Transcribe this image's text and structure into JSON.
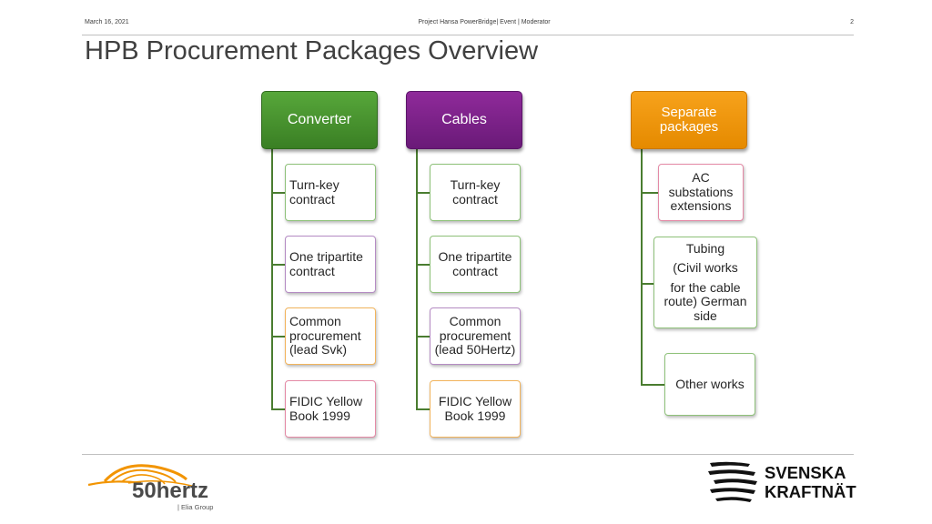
{
  "header": {
    "date": "March 16, 2021",
    "center": "Project Hansa PowerBridge| Event | Moderator",
    "page": "2"
  },
  "title": "HPB Procurement  Packages Overview",
  "columns": {
    "converter": {
      "label": "Converter",
      "items": [
        {
          "text": "Turn-key contract"
        },
        {
          "text": "One tripartite contract"
        },
        {
          "text": "Common procurement (lead Svk)"
        },
        {
          "text": "FIDIC Yellow Book 1999"
        }
      ]
    },
    "cables": {
      "label": "Cables",
      "items": [
        {
          "text": "Turn-key contract"
        },
        {
          "text": "One tripartite contract"
        },
        {
          "text": "Common procurement (lead 50Hertz)"
        },
        {
          "text": "FIDIC Yellow Book 1999"
        }
      ]
    },
    "separate": {
      "label": "Separate packages",
      "items": [
        {
          "text": "AC substations extensions"
        },
        {
          "lines": [
            "Tubing",
            "(Civil works",
            "for the cable route) German side"
          ]
        },
        {
          "text": "Other works"
        }
      ]
    }
  },
  "colors": {
    "converter": "#3a7f24",
    "cables": "#6a1a78",
    "separate": "#f29400",
    "connector": "#4a7d30"
  },
  "footer": {
    "logo_left": {
      "name": "50hertz",
      "sub": "| Elia Group"
    },
    "logo_right": {
      "line1": "SVENSKA",
      "line2": "KRAFTNÄT"
    }
  }
}
